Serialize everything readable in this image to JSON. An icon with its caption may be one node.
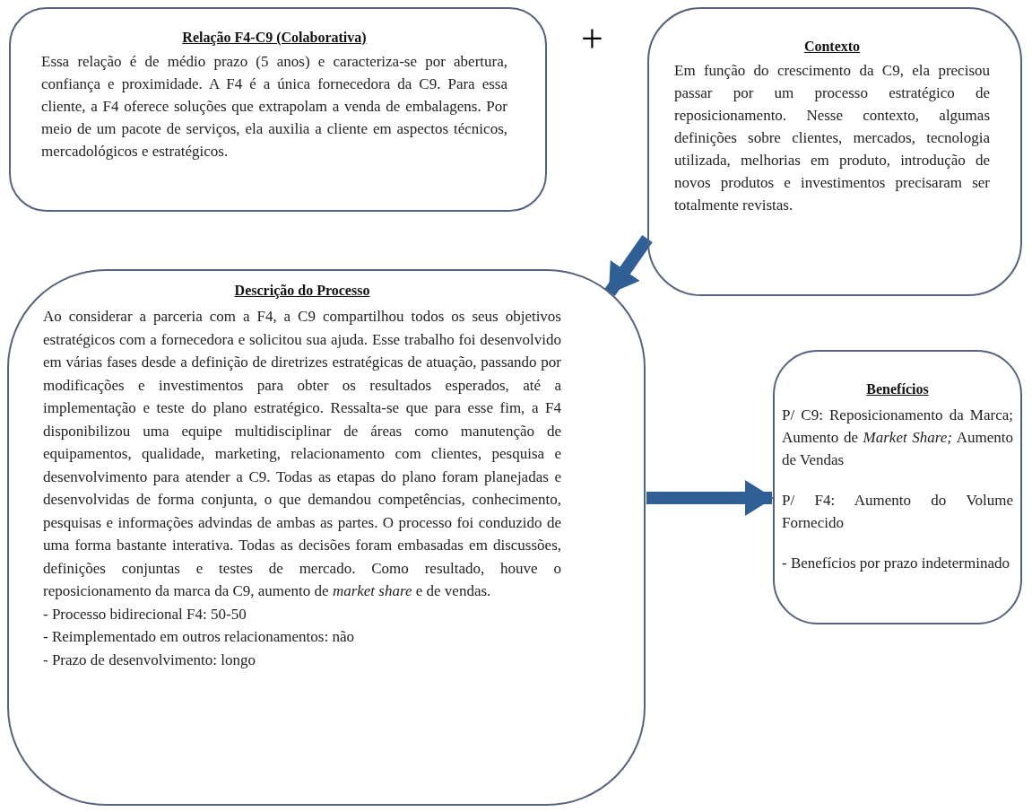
{
  "diagram": {
    "nodes": [
      {
        "text": [
          "Relação F4-C9 (Colaborativa)",
          "Essa relação é de médio prazo (5 anos) e caracteriza-se por abertura, confiança e proximidade. A F4 é a única fornecedora da C9. Para essa cliente, a F4 oferece soluções que extrapolam a venda de embalagens. Por meio de um pacote de serviços, ela auxilia a cliente em aspectos técnicos, mercadológicos e estratégicos."
        ]
      },
      {
        "text": [
          "Contexto",
          "Em função do crescimento da C9, ela precisou passar por um processo estratégico de reposicionamento. Nesse contexto, algumas definições sobre clientes, mercados, tecnologia utilizada, melhorias em produto, introdução de novos produtos e investimentos precisaram ser totalmente revistas."
        ]
      },
      {
        "text": [
          "Descrição do Processo",
          "Ao considerar a parceria com a F4, a C9 compartilhou todos os seus objetivos estratégicos com a fornecedora e solicitou sua ajuda. Esse trabalho foi desenvolvido em várias fases desde a definição de diretrizes estratégicas de atuação, passando por modificações e investimentos para obter os resultados esperados, até a implementação e teste do plano estratégico. Ressalta-se que para esse fim, a F4 disponibilizou uma equipe multidisciplinar de áreas como manutenção de equipamentos, qualidade, marketing, relacionamento com clientes, pesquisa e desenvolvimento para atender a C9. Todas as etapas do plano foram planejadas e desenvolvidas de forma conjunta, o que demandou competências, conhecimento, pesquisas e informações advindas de ambas as partes. O processo foi conduzido de uma forma bastante interativa. Todas as decisões foram embasadas em discussões, definições conjuntas e testes de mercado. Como resultado, houve o reposicionamento da marca da C9, aumento de *market share* e de vendas.",
          "- Processo bidirecional F4: 50-50",
          "- Reimplementado em outros relacionamentos: não",
          "- Prazo de desenvolvimento: longo"
        ]
      },
      {
        "text": [
          "Benefícios",
          "P/ C9: Reposicionamento da Marca; Aumento de *Market Share;* Aumento de Vendas",
          "P/ F4: Aumento do Volume Fornecido",
          "- Benefícios por prazo indeterminado"
        ]
      }
    ],
    "edges": [
      {
        "from": 1,
        "to": 2,
        "arrow": "to"
      },
      {
        "from": 2,
        "to": 3,
        "arrow": "to"
      }
    ],
    "labels": [
      "+"
    ]
  }
}
